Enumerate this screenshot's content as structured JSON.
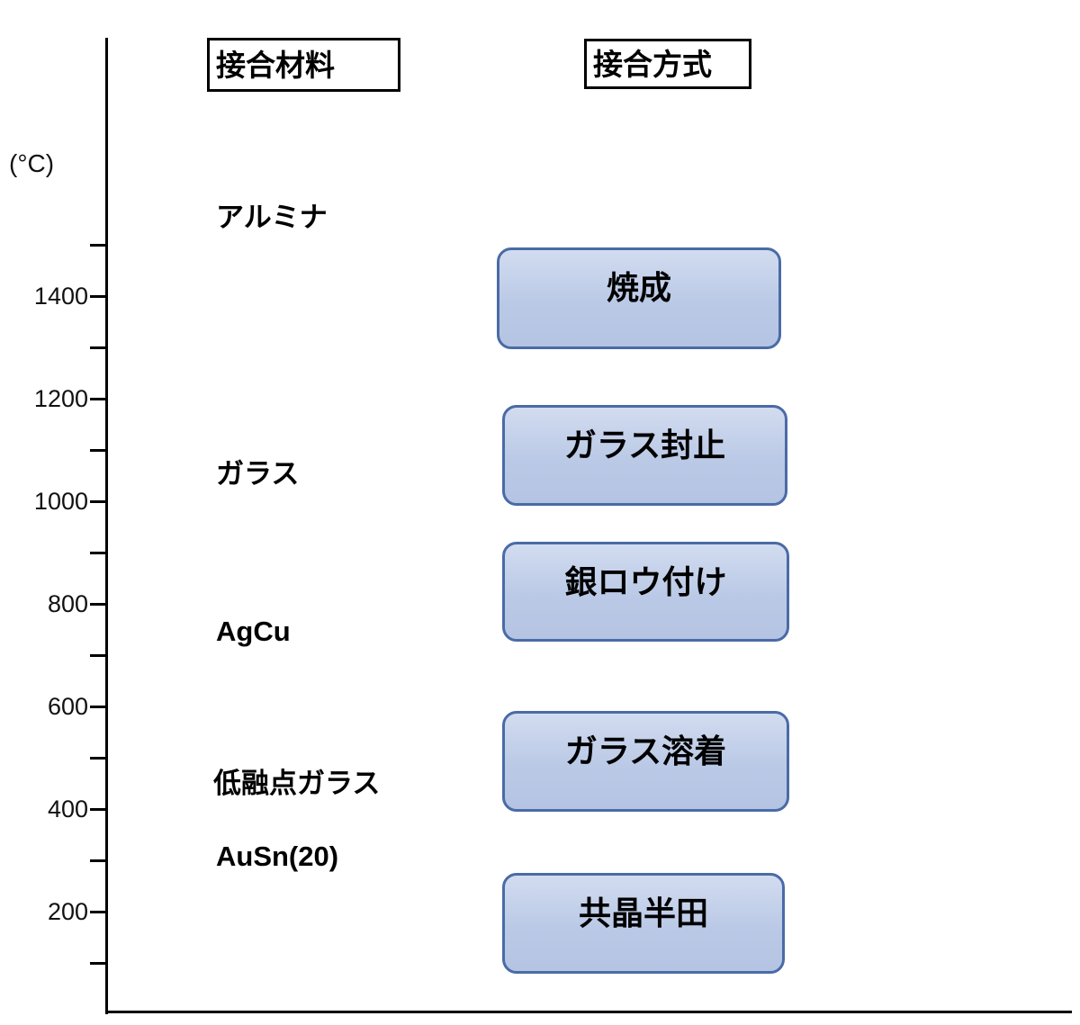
{
  "chart_data": {
    "type": "diagram",
    "title": "",
    "y_axis": {
      "unit_label": "(°C)",
      "min": 0,
      "max": 1500,
      "major_tick_interval": 200,
      "minor_tick_interval": 100,
      "tick_labels": [
        "1400",
        "1200",
        "1000",
        "800",
        "600",
        "400",
        "200"
      ]
    },
    "column_headers": [
      "接合材料",
      "接合方式"
    ],
    "materials": [
      {
        "label": "アルミナ",
        "approx_temp_c": 1550
      },
      {
        "label": "ガラス",
        "approx_temp_c": 1050
      },
      {
        "label": "AgCu",
        "approx_temp_c": 740
      },
      {
        "label": "低融点ガラス",
        "approx_temp_c": 450
      },
      {
        "label": "AuSn(20)",
        "approx_temp_c": 300
      }
    ],
    "methods": [
      {
        "label": "焼成",
        "temp_range_c": [
          1300,
          1500
        ]
      },
      {
        "label": "ガラス封止",
        "temp_range_c": [
          990,
          1190
        ]
      },
      {
        "label": "銀ロウ付け",
        "temp_range_c": [
          720,
          915
        ]
      },
      {
        "label": "ガラス溶着",
        "temp_range_c": [
          390,
          590
        ]
      },
      {
        "label": "共晶半田",
        "temp_range_c": [
          75,
          270
        ]
      }
    ],
    "colors": {
      "method_box_fill_top": "#d2dcf0",
      "method_box_fill_bottom": "#b4c4e2",
      "method_box_border": "#4a6ba6",
      "header_box_border": "#000000",
      "axis_color": "#000000",
      "text_color": "#000000"
    },
    "layout_hints": {
      "axis_position": "left",
      "grid": false,
      "legend": false
    }
  }
}
